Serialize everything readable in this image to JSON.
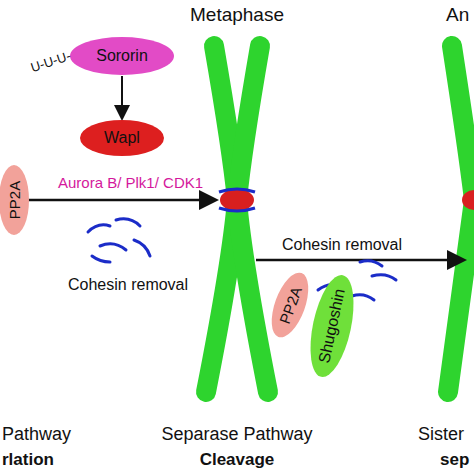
{
  "diagram": {
    "nodes": [
      {
        "text": [
          "Sororin"
        ]
      },
      {
        "text": [
          "Wapl"
        ]
      },
      {
        "text": [
          "PP2A"
        ]
      },
      {
        "text": [
          "PP2A"
        ]
      },
      {
        "text": [
          "Shugoshin"
        ]
      }
    ],
    "edges": [
      {
        "from": 0,
        "to": 1,
        "arrow": "to"
      }
    ],
    "labels": [
      "Metaphase",
      "An",
      "U-U-U-",
      "Aurora B/ Plk1/ CDK1",
      "Cohesin removal",
      "Cohesin removal",
      "Pathway",
      "rlation",
      "Separase Pathway",
      "Cleavage",
      "Sister",
      "sep"
    ]
  }
}
